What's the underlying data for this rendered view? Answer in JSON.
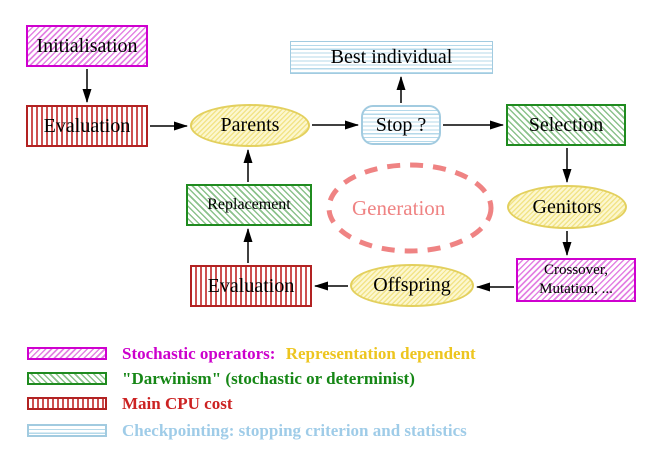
{
  "diagram": {
    "nodes": {
      "initialisation": {
        "label": "Initialisation"
      },
      "evaluation_top": {
        "label": "Evaluation"
      },
      "parents": {
        "label": "Parents"
      },
      "best_individual": {
        "label": "Best individual"
      },
      "stop": {
        "label": "Stop ?"
      },
      "selection": {
        "label": "Selection"
      },
      "genitors": {
        "label": "Genitors"
      },
      "crossover_mutation": {
        "line1": "Crossover,",
        "line2": "Mutation, ..."
      },
      "offspring": {
        "label": "Offspring"
      },
      "evaluation_bottom": {
        "label": "Evaluation"
      },
      "replacement": {
        "label": "Replacement"
      },
      "generation": {
        "label": "Generation"
      }
    },
    "edges": [
      {
        "from": "Initialisation",
        "to": "Evaluation"
      },
      {
        "from": "Evaluation",
        "to": "Parents"
      },
      {
        "from": "Parents",
        "to": "Stop ?"
      },
      {
        "from": "Stop ?",
        "to": "Best individual"
      },
      {
        "from": "Stop ?",
        "to": "Selection"
      },
      {
        "from": "Selection",
        "to": "Genitors"
      },
      {
        "from": "Genitors",
        "to": "Crossover, Mutation, ..."
      },
      {
        "from": "Crossover, Mutation, ...",
        "to": "Offspring"
      },
      {
        "from": "Offspring",
        "to": "Evaluation"
      },
      {
        "from": "Evaluation",
        "to": "Replacement"
      },
      {
        "from": "Replacement",
        "to": "Parents"
      }
    ],
    "colors": {
      "magenta_border": "#cf00cf",
      "magenta_hatch": "#e383e3",
      "green_border": "#1f8b1f",
      "green_hatch": "#8cc28c",
      "red_border": "#b22222",
      "red_stripe": "#cd5050",
      "cyan_border": "#a2cbe0",
      "cyan_stripe": "#b5d9ea",
      "yellow_border": "#e3d05e",
      "yellow_hatch": "#f2e488",
      "salmon": "#ef8383",
      "legend_yellow_text": "#edc51f",
      "legend_green_text": "#168716",
      "legend_red_text": "#cc2222",
      "legend_cyan_text": "#9fcce8",
      "legend_magenta_text": "#cc00cc"
    },
    "legend": {
      "items": [
        {
          "id": "stochastic-operators",
          "label": "Stochastic operators:",
          "label2": "Representation dependent"
        },
        {
          "id": "darwinism",
          "label": "\"Darwinism\" (stochastic or determinist)"
        },
        {
          "id": "main-cpu-cost",
          "label": "Main CPU cost"
        },
        {
          "id": "checkpointing",
          "label": "Checkpointing: stopping criterion and statistics"
        }
      ]
    }
  }
}
